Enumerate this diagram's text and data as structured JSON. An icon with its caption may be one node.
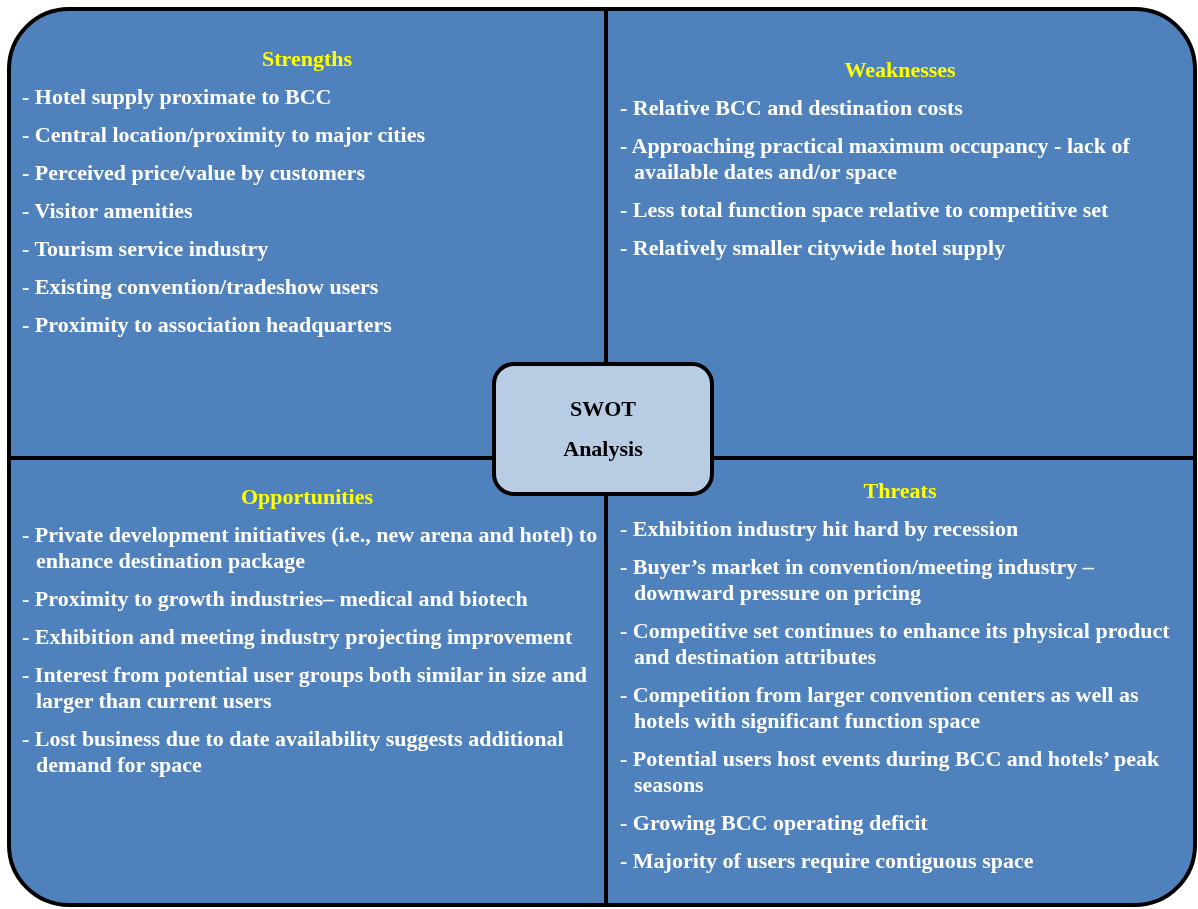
{
  "diagram": {
    "nodes": [
      {
        "text": [
          "Strengths",
          "- Hotel supply proximate to BCC",
          "- Central location/proximity to major cities",
          "- Perceived price/value by customers",
          "- Visitor amenities",
          "- Tourism service industry",
          "- Existing convention/tradeshow users",
          "- Proximity to association headquarters"
        ]
      },
      {
        "text": [
          "Weaknesses",
          "- Relative BCC and destination costs",
          "- Approaching practical maximum occupancy - lack of available dates and/or space",
          "- Less total function space relative to competitive set",
          "- Relatively smaller citywide hotel supply"
        ]
      },
      {
        "text": [
          "Opportunities",
          "- Private development initiatives (i.e., new arena and hotel) to enhance destination package",
          "- Proximity to growth industries– medical and biotech",
          "- Exhibition and meeting industry projecting improvement",
          "- Interest from potential user groups both similar in size and larger than current users",
          "- Lost business due to date availability suggests additional demand for space"
        ]
      },
      {
        "text": [
          "Threats",
          "- Exhibition industry hit hard by recession",
          "- Buyer’s market in convention/meeting industry – downward pressure on pricing",
          "- Competitive set continues to enhance its physical product and destination attributes",
          "- Competition from larger convention centers as well as hotels with significant function space",
          "- Potential users host events during BCC and hotels’ peak seasons",
          "- Growing BCC operating deficit",
          "- Majority of users require contiguous space"
        ]
      },
      {
        "text": [
          "SWOT Analysis"
        ]
      }
    ],
    "edges": []
  }
}
